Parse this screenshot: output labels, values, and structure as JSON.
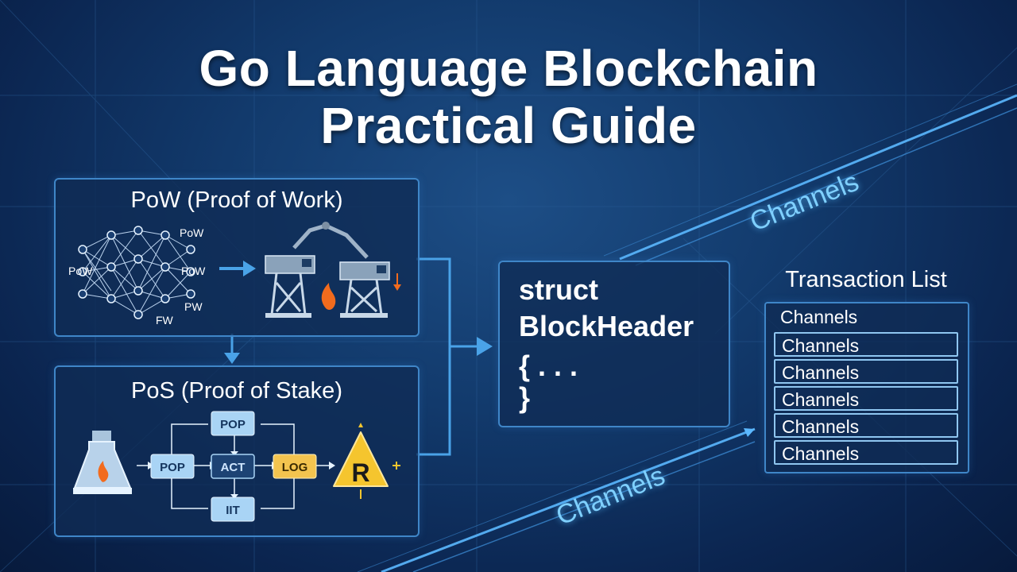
{
  "title": {
    "line1": "Go Language Blockchain",
    "line2": "Practical Guide"
  },
  "pow": {
    "title": "PoW (Proof of Work)",
    "network_labels": [
      "PoW",
      "PoW",
      "PoW",
      "PW",
      "FW"
    ]
  },
  "pos": {
    "title": "PoS (Proof of Stake)",
    "nodes": {
      "top": "POP",
      "left": "POP",
      "center": "ACT",
      "bottom": "IIT",
      "right": "LOG",
      "badge": "R"
    }
  },
  "struct_block": {
    "line1": "struct",
    "line2": "BlockHeader",
    "line3": "{ . . .",
    "line4": "}"
  },
  "transactions": {
    "title": "Transaction List",
    "items": [
      "Channels",
      "Channels",
      "Channels",
      "Channels",
      "Channels",
      "Channels"
    ]
  },
  "streams": {
    "upper_label": "Channels",
    "lower_label": "Channels"
  },
  "colors": {
    "panel_border": "#3f86c8",
    "arrow": "#4aa3e8",
    "stream_glow": "#7fd0ff",
    "pos_node": "#a9d4f5",
    "log_node": "#f3c44f",
    "badge": "#f5c52e",
    "flame": "#f26b1d"
  }
}
